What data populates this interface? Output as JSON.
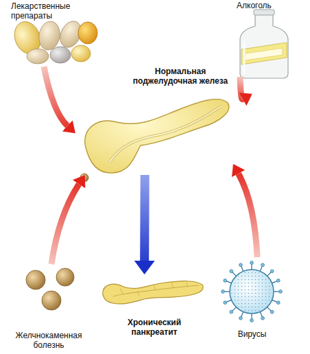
{
  "diagram": {
    "nodes": [
      {
        "text": [
          "Лекарственные препараты"
        ]
      },
      {
        "text": [
          "Алкоголь"
        ]
      },
      {
        "text": [
          "Нормальная поджелудочная железа"
        ]
      },
      {
        "text": [
          "Желчнокаменная болезнь"
        ]
      },
      {
        "text": [
          "Хронический панкреатит"
        ]
      },
      {
        "text": [
          "Вирусы"
        ]
      }
    ],
    "edges": [
      {
        "from": 0,
        "to": 2,
        "arrow": "to"
      },
      {
        "from": 1,
        "to": 2,
        "arrow": "to"
      },
      {
        "from": 3,
        "to": 2,
        "arrow": "to"
      },
      {
        "from": 5,
        "to": 2,
        "arrow": "to"
      },
      {
        "from": 2,
        "to": 4,
        "arrow": "to"
      }
    ]
  }
}
